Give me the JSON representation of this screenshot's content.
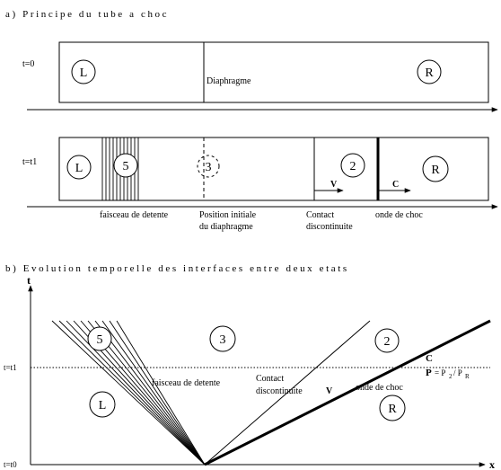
{
  "part_a": {
    "title": "a) Principe du tube a choc",
    "t0_label": "t=0",
    "t1_label": "t=t1",
    "region_l": "L",
    "region_r": "R",
    "diaphragm_label": "Diaphragme",
    "region_5": "5",
    "region_3": "3",
    "region_2": "2",
    "velocity_v": "V",
    "velocity_c": "C",
    "label_fan": "faisceau de detente",
    "label_initial_line1": "Position initiale",
    "label_initial_line2": "du diaphragme",
    "label_contact_line1": "Contact",
    "label_contact_line2": "discontinuite",
    "label_shock": "onde de choc"
  },
  "part_b": {
    "title": "b) Evolution temporelle des interfaces entre deux etats",
    "axis_t": "t",
    "axis_x": "x",
    "t1_label": "t=t1",
    "t0_label": "t=t0",
    "region_5": "5",
    "region_3": "3",
    "region_2": "2",
    "region_l": "L",
    "region_r": "R",
    "label_fan": "faisceau de detente",
    "label_contact_line1": "Contact",
    "label_contact_line2": "discontinuite",
    "velocity_v": "V",
    "label_shock": "onde de choc",
    "shock_c": "C",
    "pressure_p": "P",
    "pressure_eq": "= P",
    "pressure_sub2": "2",
    "pressure_slash": "/ P",
    "pressure_subr": "R"
  },
  "colors": {
    "ink": "#000000",
    "background": "#ffffff"
  }
}
